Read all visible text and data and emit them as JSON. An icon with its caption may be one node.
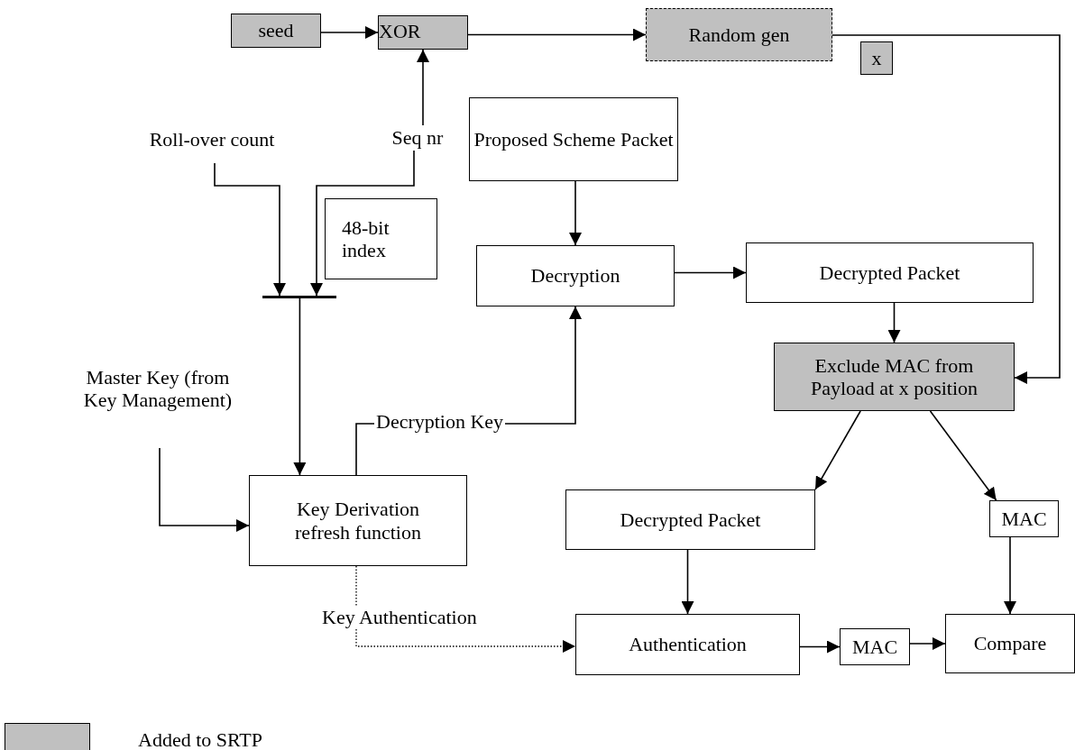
{
  "diagram": {
    "nodes": [
      {
        "text": [
          "seed"
        ]
      },
      {
        "text": [
          "XOR"
        ]
      },
      {
        "text": [
          "Random gen"
        ]
      },
      {
        "text": [
          "x"
        ]
      },
      {
        "text": [
          "Roll-over count"
        ]
      },
      {
        "text": [
          "Seq nr"
        ]
      },
      {
        "text": [
          "48-bit index"
        ]
      },
      {
        "text": [
          "Proposed Scheme Packet"
        ]
      },
      {
        "text": [
          "Decryption"
        ]
      },
      {
        "text": [
          "Decrypted Packet"
        ]
      },
      {
        "text": [
          "Exclude MAC from Payload at x position"
        ]
      },
      {
        "text": [],
        "shape": "bar"
      },
      {
        "text": [
          "Master Key (from Key Management)"
        ]
      },
      {
        "text": [
          "Key Derivation refresh function"
        ]
      },
      {
        "text": [
          "Decrypted Packet"
        ]
      },
      {
        "text": [
          "MAC"
        ]
      },
      {
        "text": [
          "Authentication"
        ]
      },
      {
        "text": [
          "MAC"
        ]
      },
      {
        "text": [
          "Compare"
        ]
      }
    ],
    "edges": [
      {
        "from": 0,
        "to": 1,
        "arrow": "to"
      },
      {
        "from": 1,
        "to": 2,
        "arrow": "to"
      },
      {
        "from": 2,
        "to": 10,
        "arrow": "to"
      },
      {
        "from": 5,
        "to": 1,
        "arrow": "to"
      },
      {
        "from": 4,
        "to": 11,
        "arrow": "to"
      },
      {
        "from": 5,
        "to": 11,
        "arrow": "to"
      },
      {
        "from": 11,
        "to": 13,
        "arrow": "to"
      },
      {
        "from": 12,
        "to": 13,
        "arrow": "to"
      },
      {
        "from": 13,
        "to": 8,
        "arrow": "to",
        "label": "Decryption Key"
      },
      {
        "from": 7,
        "to": 8,
        "arrow": "to"
      },
      {
        "from": 8,
        "to": 9,
        "arrow": "to"
      },
      {
        "from": 9,
        "to": 10,
        "arrow": "to"
      },
      {
        "from": 10,
        "to": 14,
        "arrow": "to"
      },
      {
        "from": 10,
        "to": 15,
        "arrow": "to"
      },
      {
        "from": 14,
        "to": 16,
        "arrow": "to"
      },
      {
        "from": 15,
        "to": 18,
        "arrow": "to"
      },
      {
        "from": 16,
        "to": 17,
        "arrow": "to"
      },
      {
        "from": 17,
        "to": 18,
        "arrow": "to"
      },
      {
        "from": 13,
        "to": 16,
        "arrow": "to",
        "style": "dashed",
        "label": "Key Authentication"
      }
    ],
    "legend": [
      {
        "text": "Added to SRTP",
        "color": "#c0c0c0"
      }
    ]
  }
}
